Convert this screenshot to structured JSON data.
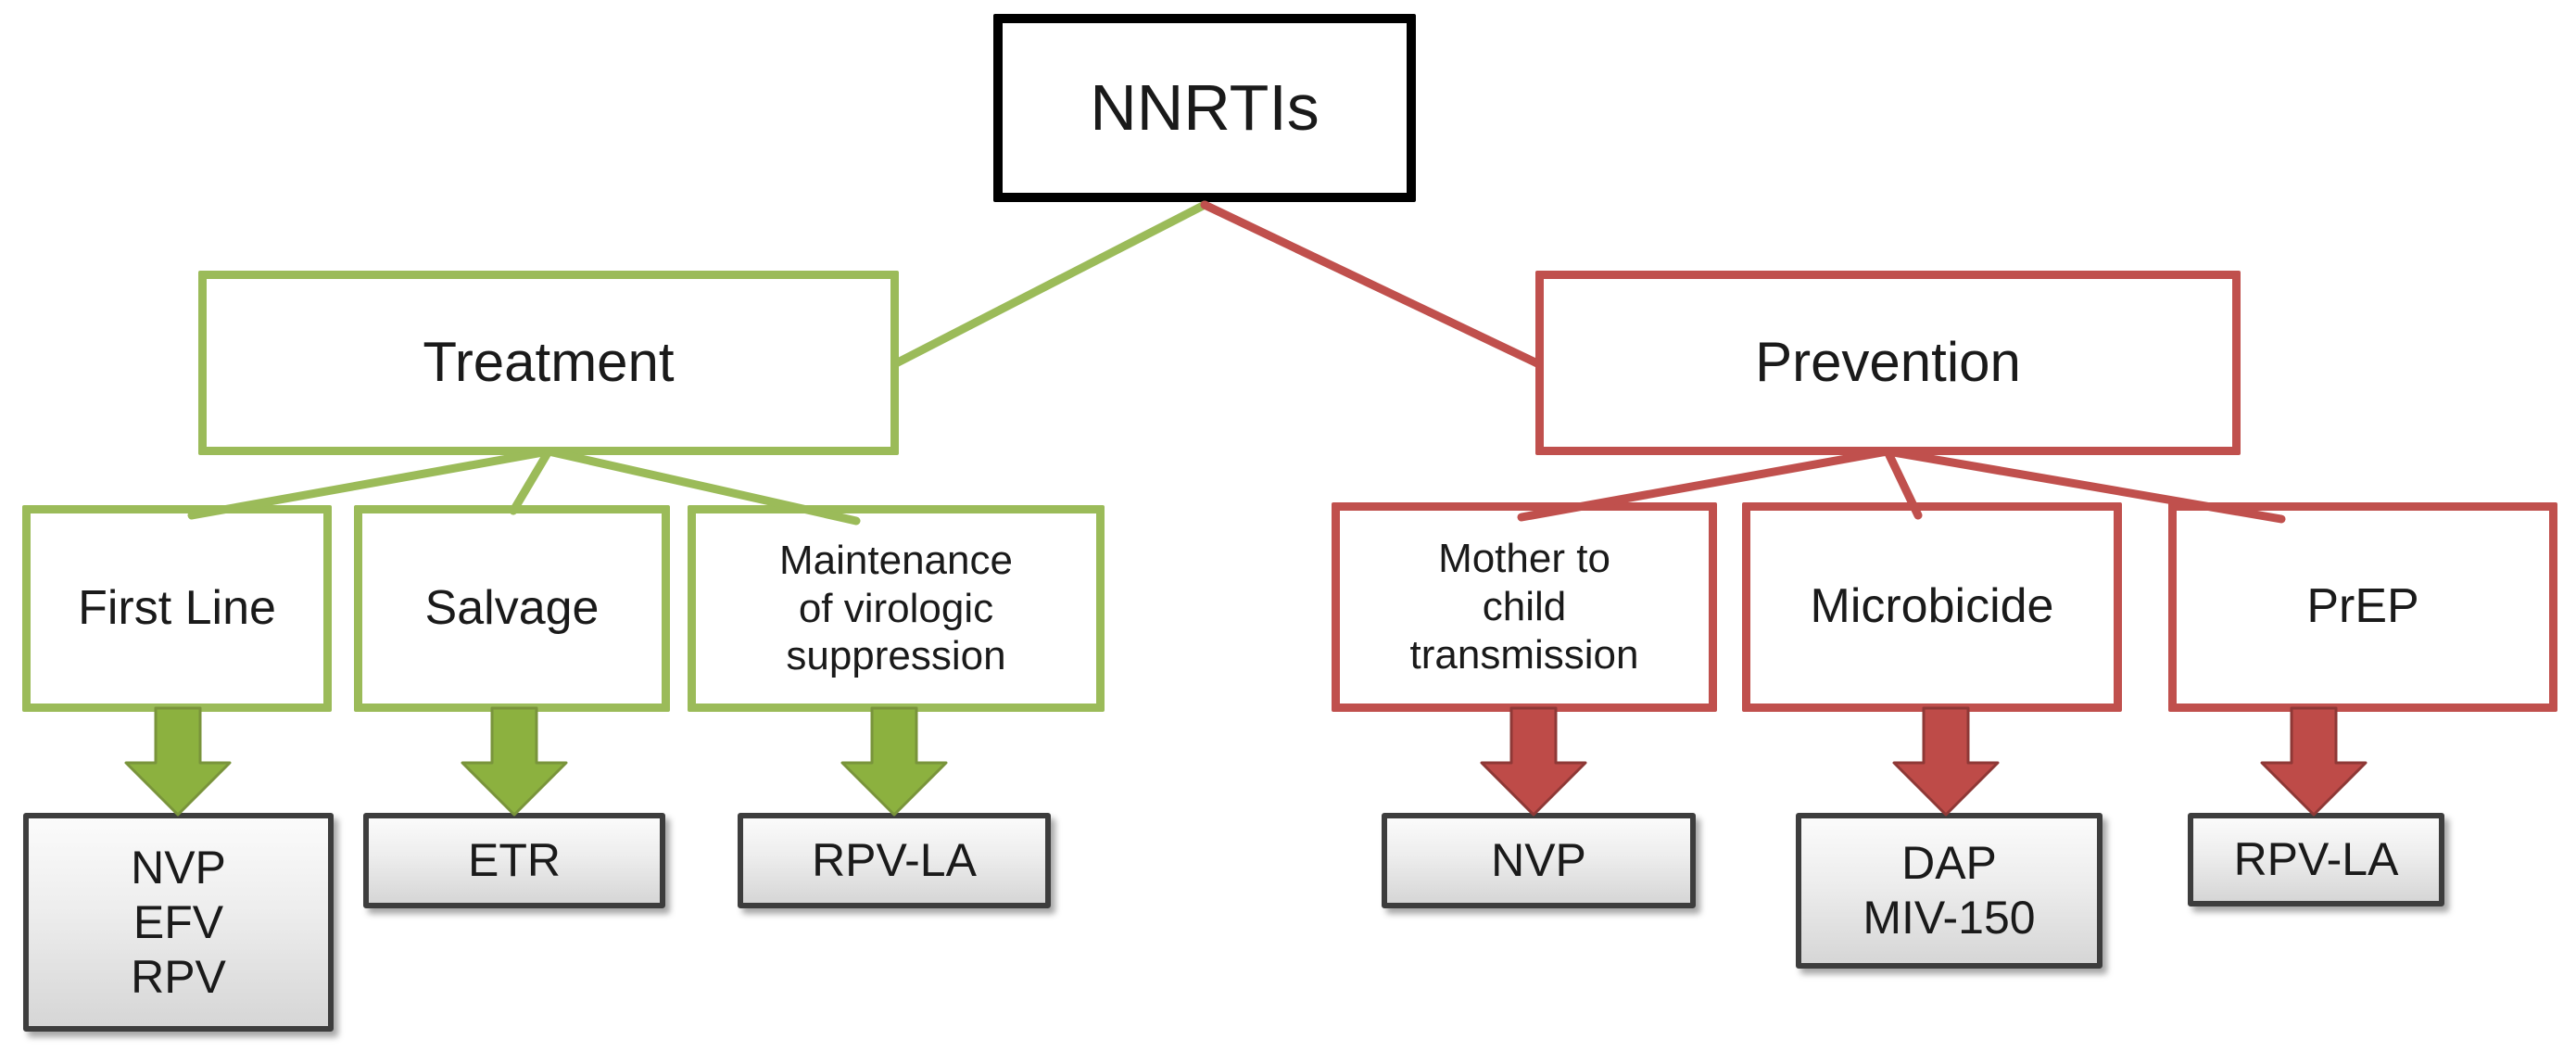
{
  "nodes": {
    "root": {
      "label": "NNRTIs"
    },
    "treatment": {
      "label": "Treatment"
    },
    "prevention": {
      "label": "Prevention"
    },
    "first_line": {
      "label": "First Line"
    },
    "salvage": {
      "label": "Salvage"
    },
    "maintenance": {
      "label": "Maintenance\nof virologic\nsuppression"
    },
    "mtct": {
      "label": "Mother to\nchild\ntransmission"
    },
    "microbicide": {
      "label": "Microbicide"
    },
    "prep": {
      "label": "PrEP"
    },
    "first_line_drugs": {
      "label": "NVP\nEFV\nRPV"
    },
    "salvage_drugs": {
      "label": "ETR"
    },
    "maintenance_drugs": {
      "label": "RPV-LA"
    },
    "mtct_drugs": {
      "label": "NVP"
    },
    "microbicide_drugs": {
      "label": "DAP\nMIV-150"
    },
    "prep_drugs": {
      "label": "RPV-LA"
    }
  },
  "colors": {
    "root_border": "#000000",
    "treatment_branch": "#9BBB59",
    "prevention_branch": "#C0504D",
    "green_arrow_fill": "#8CB13F",
    "green_arrow_stroke": "#79943B",
    "red_arrow_fill": "#BE4B48",
    "red_arrow_stroke": "#8E3836",
    "leaf_border": "#3D3D3D",
    "leaf_fill_top": "#FBFBFB",
    "leaf_fill_bottom": "#D6D6D6",
    "text": "#1A1A1A"
  }
}
